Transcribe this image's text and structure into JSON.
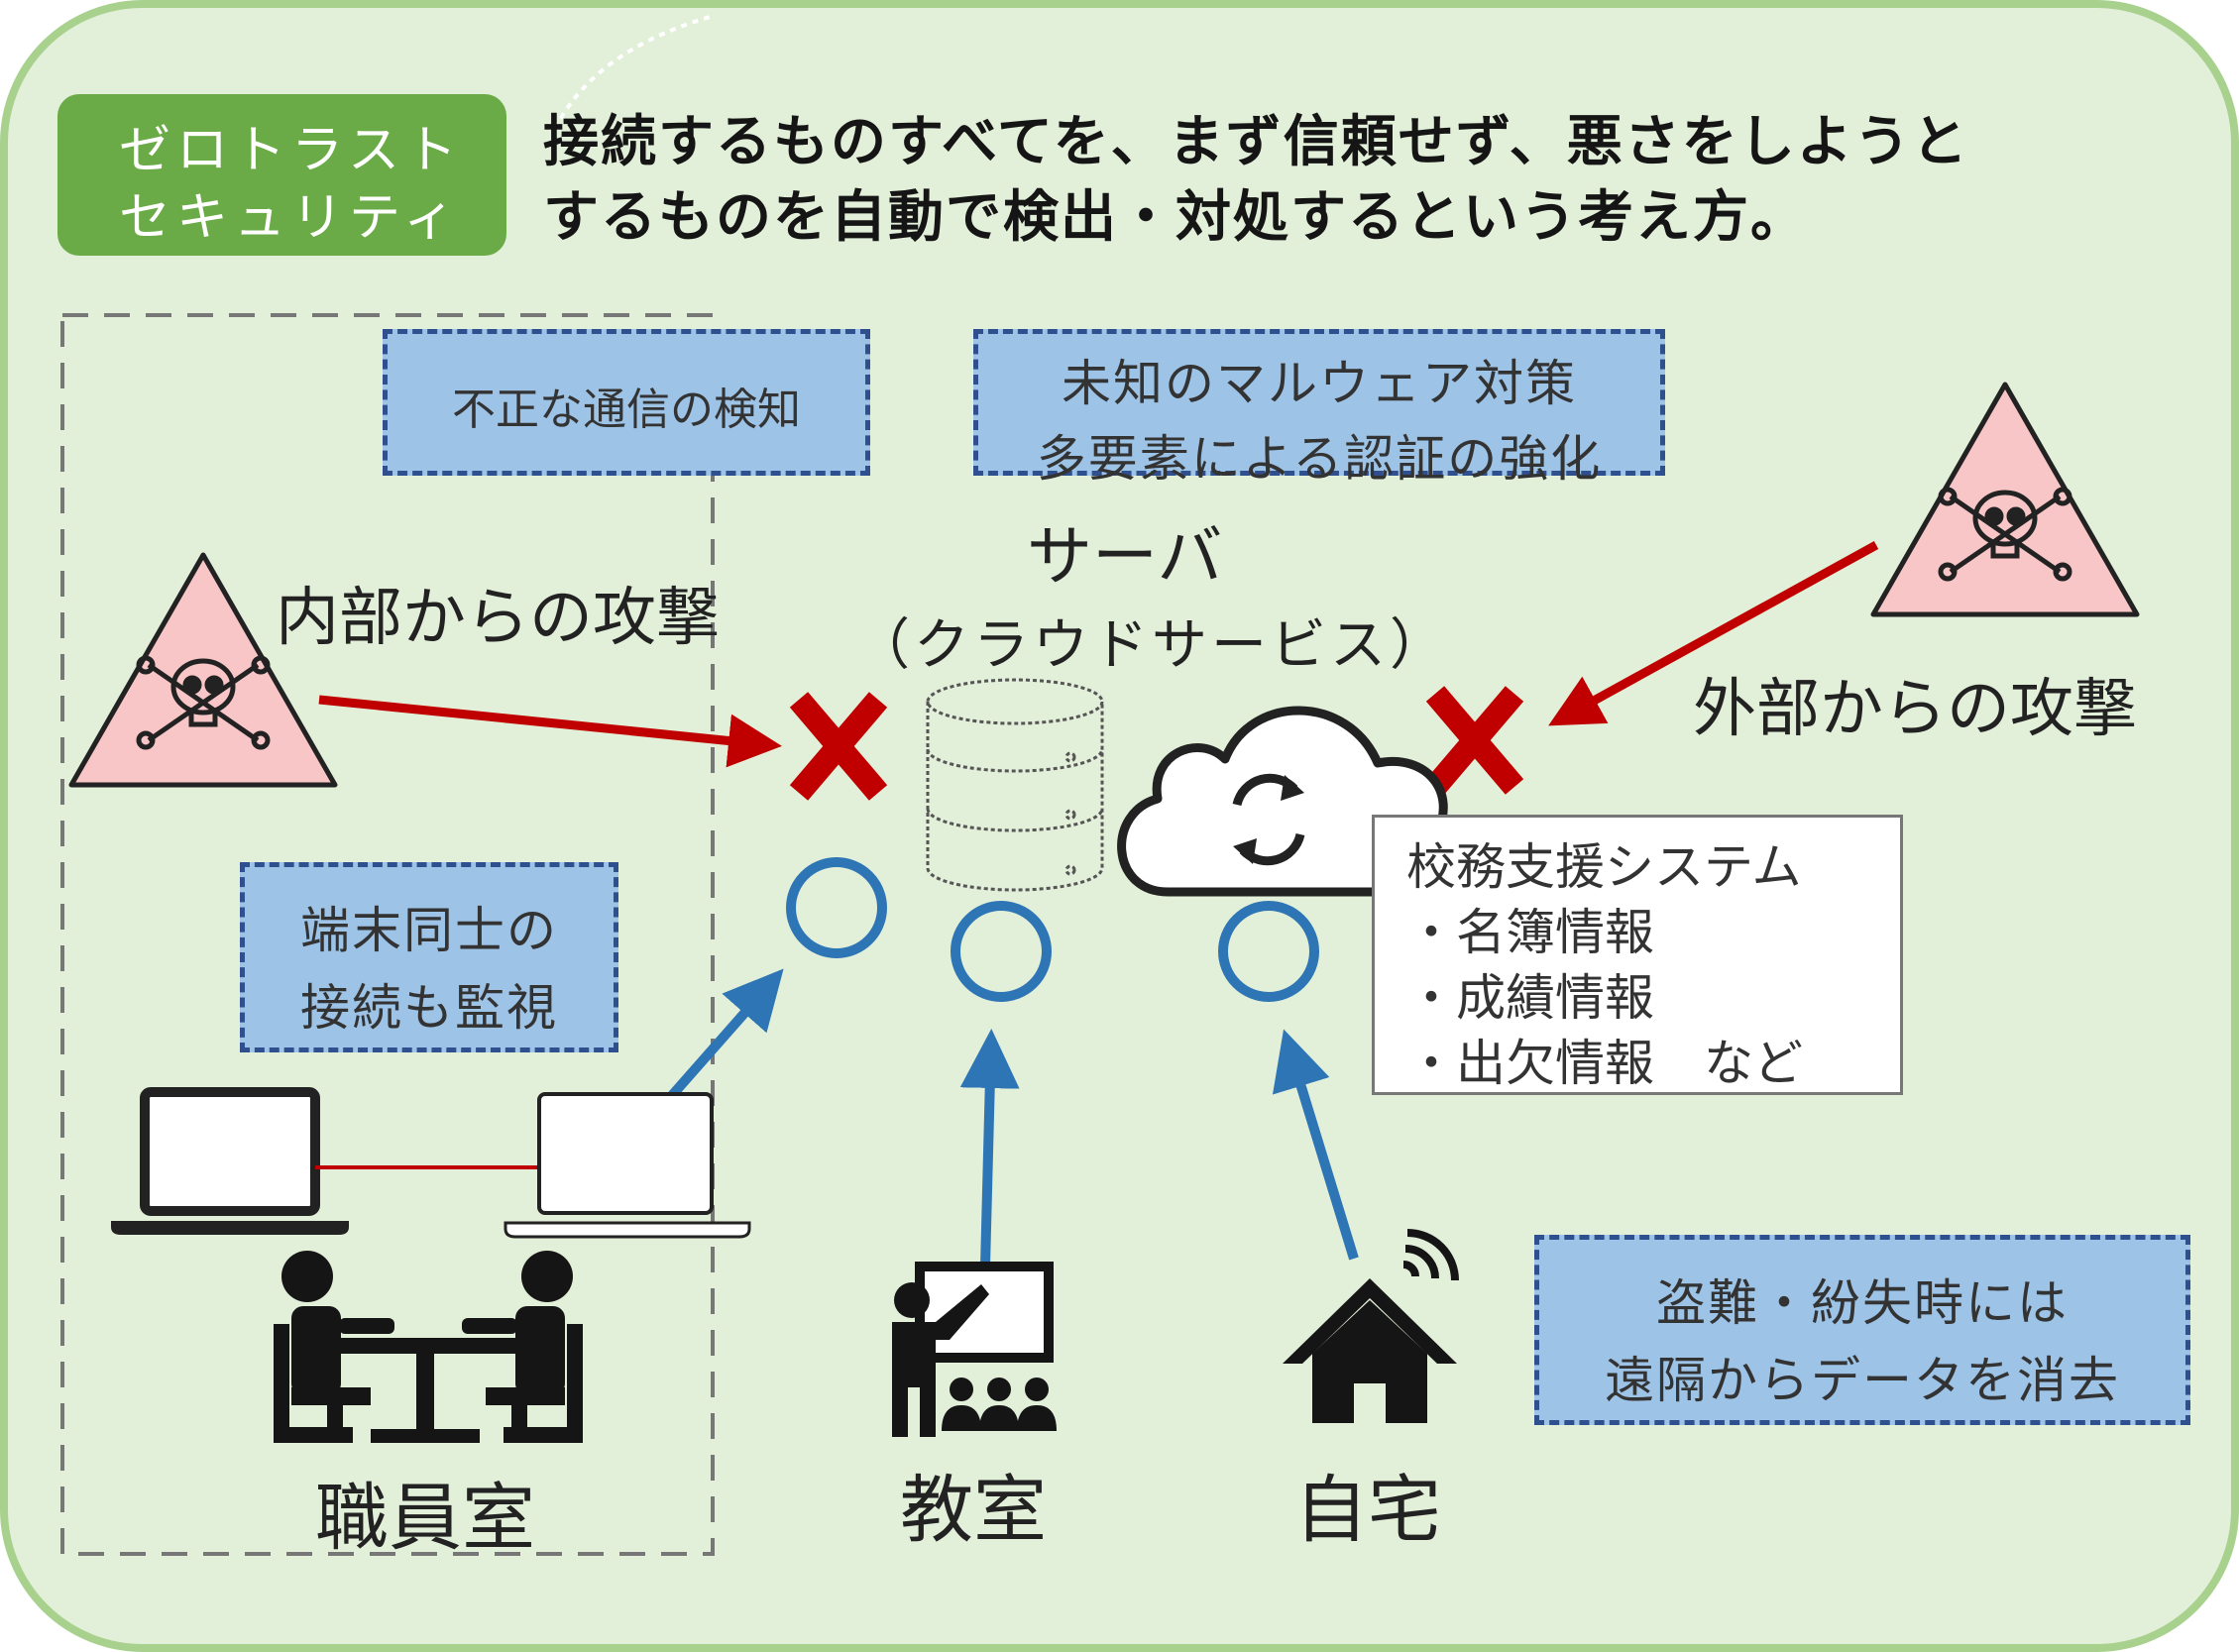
{
  "badge": {
    "line1": "ゼロトラスト",
    "line2": "セキュリティ"
  },
  "headline": {
    "line1": "接続するものすべてを、まず信頼せず、悪さをしようと",
    "line2": "するものを自動で検出・対処するという考え方。"
  },
  "callouts": {
    "illegal_traffic": "不正な通信の検知",
    "malware": [
      "未知のマルウェア対策",
      "多要素による認証の強化"
    ],
    "device_monitor": [
      "端末同士の",
      "接続も監視"
    ],
    "theft": [
      "盗難・紛失時には",
      "遠隔からデータを消去"
    ]
  },
  "server": {
    "label": "サーバ",
    "sublabel": "（クラウドサービス）"
  },
  "attacks": {
    "internal": "内部からの攻撃",
    "external": "外部からの攻撃"
  },
  "system": {
    "title": "校務支援システム",
    "items": [
      "・名簿情報",
      "・成績情報",
      "・出欠情報　など"
    ]
  },
  "locations": {
    "staff_room": "職員室",
    "classroom": "教室",
    "home": "自宅"
  },
  "icons": [
    "skull-warning-icon",
    "server-database-icon",
    "cloud-sync-icon",
    "laptop-icon",
    "meeting-people-icon",
    "teacher-presentation-icon",
    "smart-home-icon",
    "blocked-x-icon",
    "allowed-circle-icon"
  ],
  "colors": {
    "background": "#e2efd9",
    "border": "#a9d18e",
    "badge": "#6aab47",
    "callout_fill": "#9dc3e6",
    "callout_border": "#2f4f8f",
    "attack_arrow": "#c00000",
    "allowed_arrow": "#2e75b6",
    "warning_fill": "#f8c6c6"
  }
}
